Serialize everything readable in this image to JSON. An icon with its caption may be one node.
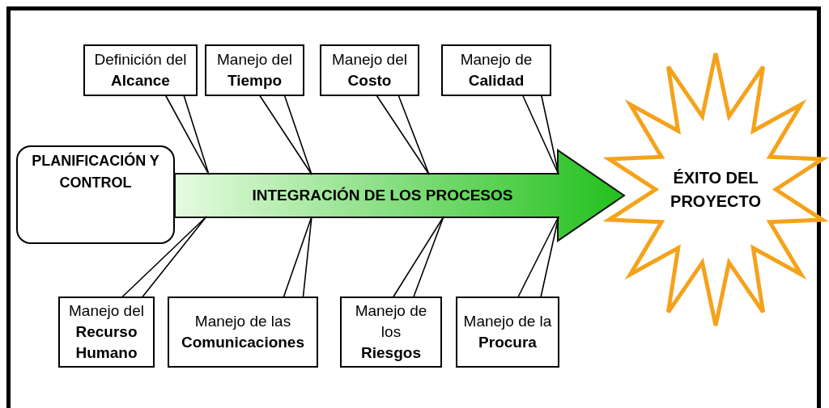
{
  "diagram": {
    "nodes": [
      {
        "text": [
          "PLANIFICACIÓN Y CONTROL"
        ]
      },
      {
        "text": [
          "ÉXITO DEL PROYECTO"
        ]
      },
      {
        "text": [
          "Definición del **Alcance**"
        ]
      },
      {
        "text": [
          "Manejo del **Tiempo**"
        ]
      },
      {
        "text": [
          "Manejo del **Costo**"
        ]
      },
      {
        "text": [
          "Manejo de **Calidad**"
        ]
      },
      {
        "text": [
          "Manejo del **Recurso Humano**"
        ]
      },
      {
        "text": [
          "Manejo de las **Comunicaciones**"
        ]
      },
      {
        "text": [
          "Manejo de los **Riesgos**"
        ]
      },
      {
        "text": [
          "Manejo de la **Procura**"
        ]
      }
    ],
    "edges": [
      {
        "from": 0,
        "to": 1,
        "arrow": "to",
        "label": "INTEGRACIÓN DE LOS PROCESOS"
      },
      {
        "from": 2,
        "to": null,
        "arrow": "none"
      },
      {
        "from": 3,
        "to": null,
        "arrow": "none"
      },
      {
        "from": 4,
        "to": null,
        "arrow": "none"
      },
      {
        "from": 5,
        "to": null,
        "arrow": "none"
      },
      {
        "from": 6,
        "to": null,
        "arrow": "none"
      },
      {
        "from": 7,
        "to": null,
        "arrow": "none"
      },
      {
        "from": 8,
        "to": null,
        "arrow": "none"
      },
      {
        "from": 9,
        "to": null,
        "arrow": "none"
      }
    ]
  }
}
